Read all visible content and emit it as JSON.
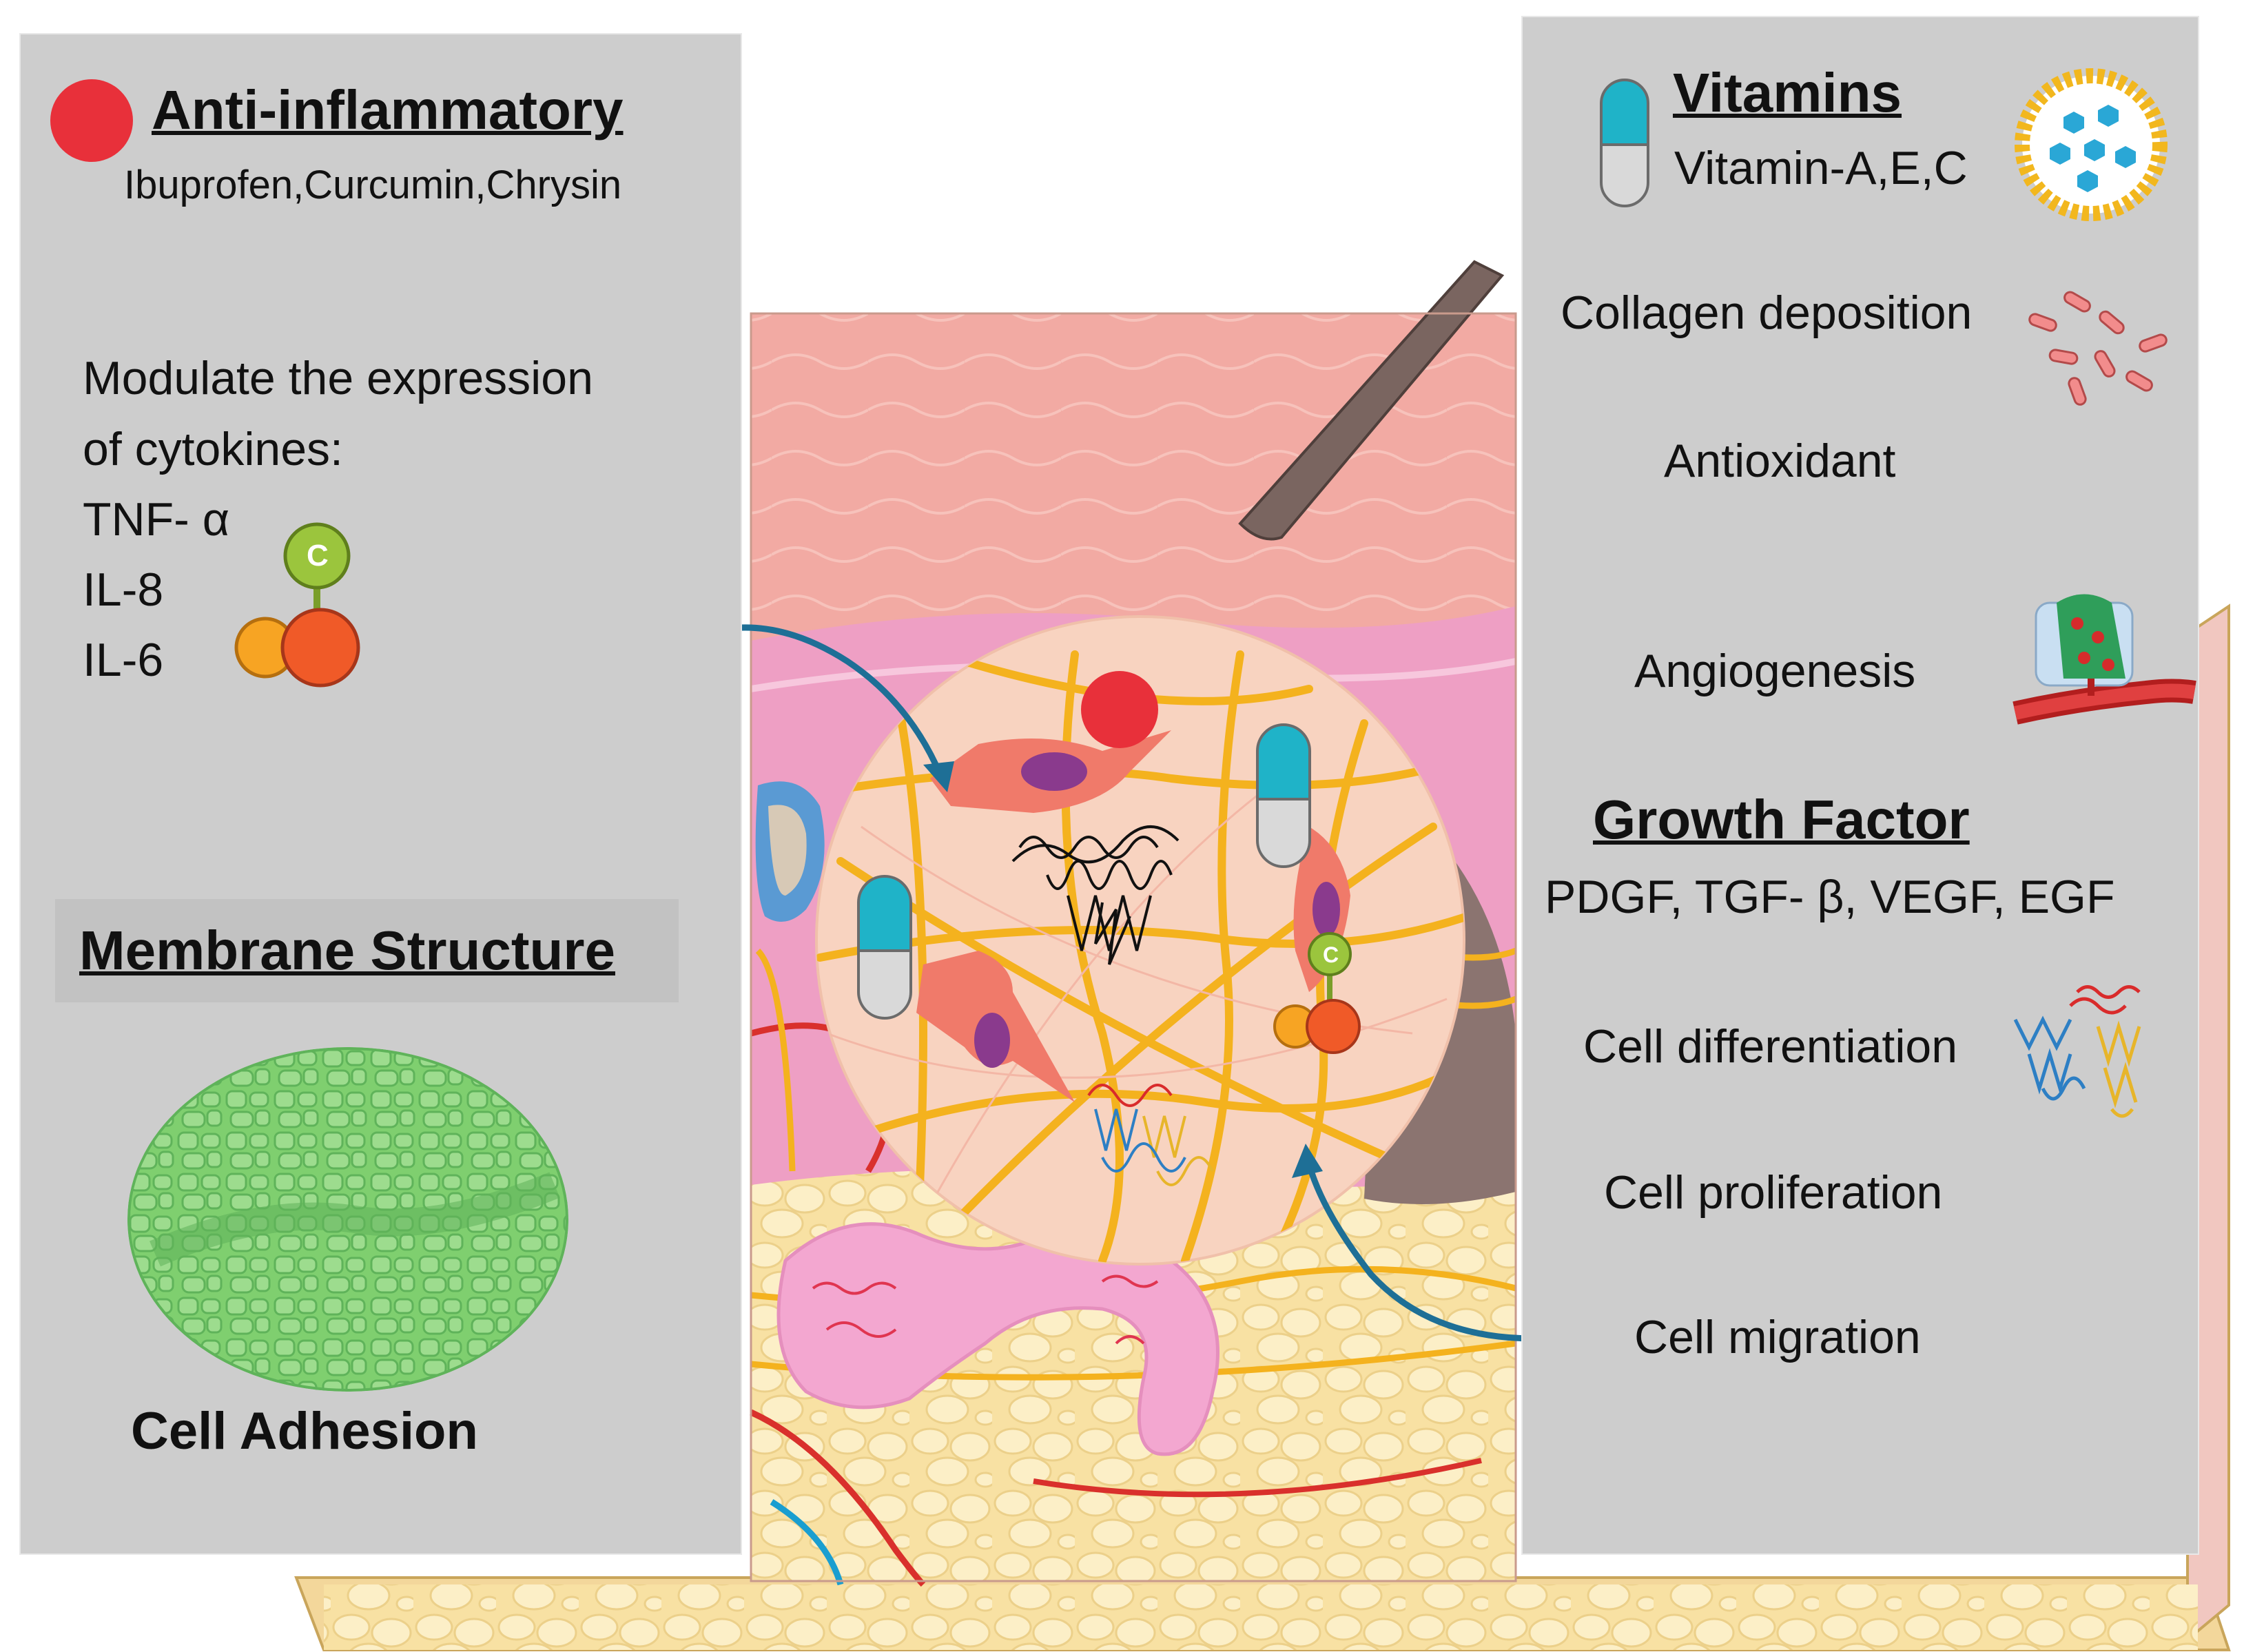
{
  "left_panel": {
    "anti_inflammatory": {
      "title": "Anti-inflammatory",
      "examples": "Ibuprofen,Curcumin,Chrysin",
      "modulate_line1": "Modulate the expression",
      "modulate_line2": "of cytokines:",
      "cytokines": [
        "TNF- α",
        "IL-8",
        "IL-6"
      ],
      "molecule_label": "C"
    },
    "membrane": {
      "title": "Membrane Structure",
      "caption": "Cell Adhesion"
    }
  },
  "right_panel": {
    "vitamins": {
      "title": "Vitamins",
      "examples": "Vitamin-A,E,C"
    },
    "effects": [
      "Collagen deposition",
      "Antioxidant",
      "Angiogenesis"
    ],
    "growth_factor": {
      "title": "Growth Factor",
      "examples": "PDGF, TGF- β, VEGF, EGF",
      "effects": [
        "Cell differentiation",
        "Cell proliferation",
        "Cell migration"
      ]
    }
  },
  "center": {
    "molecule_label": "C"
  },
  "colors": {
    "panel": "#cdcdcd",
    "anti_inflammatory_dot": "#e8303a",
    "capsule_top": "#1fb3c8",
    "capsule_bottom": "#d8d8d8",
    "membrane_green": "#6cc46a",
    "fiber_orange": "#f4b21e",
    "arrow_blue": "#1e6f96",
    "epidermis_pink": "#f4b3ac",
    "fat_yellow": "#f9e3a8"
  }
}
